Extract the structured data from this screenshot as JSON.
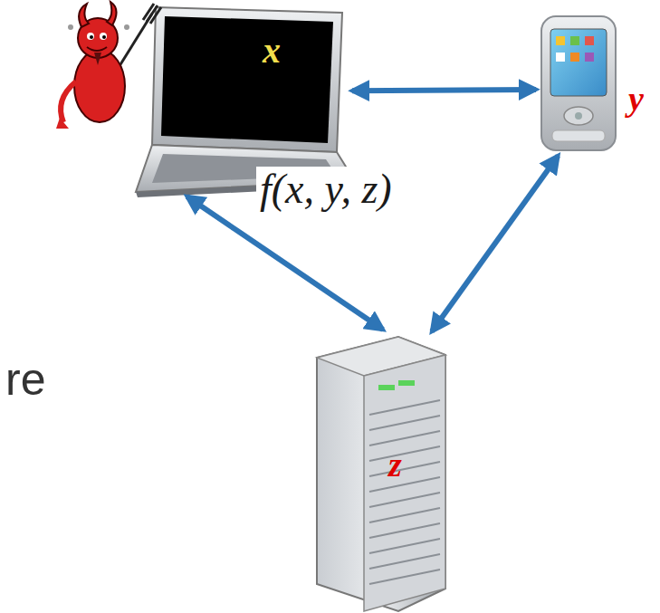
{
  "diagram": {
    "nodes": [
      {
        "text": [
          "x"
        ]
      },
      {
        "text": [
          "y"
        ]
      },
      {
        "text": [
          "z"
        ]
      }
    ],
    "edges": [
      {
        "from": 0,
        "to": 1,
        "arrow": "both"
      },
      {
        "from": 0,
        "to": 2,
        "arrow": "both"
      },
      {
        "from": 1,
        "to": 2,
        "arrow": "both"
      }
    ],
    "labels": [
      "f(x, y, z)",
      "re"
    ]
  }
}
